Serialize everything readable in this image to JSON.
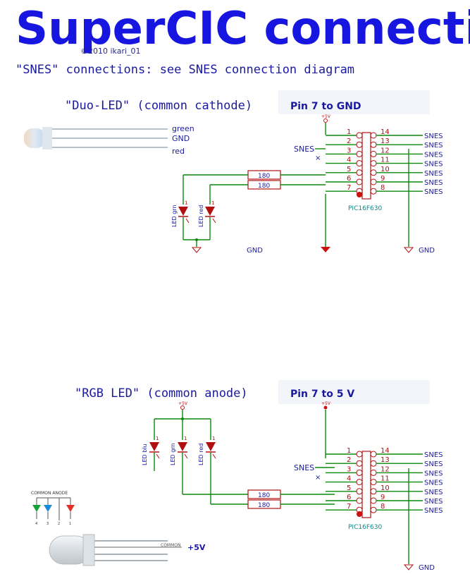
{
  "title": "SuperCIC connections",
  "copyright": "©2010 ikari_01",
  "subtitle": "\"SNES\" connections: see SNES connection diagram",
  "colors": {
    "title": "#1616e0",
    "wire": "#0a8a0a",
    "component": "#b01010",
    "pin_label": "#1a1aa0",
    "chip_label": "#0a8a8a",
    "power": "#cc1111"
  },
  "duo": {
    "heading": "\"Duo-LED\" (common cathode)",
    "note": "Pin 7 to GND",
    "led_labels": [
      "green",
      "GND",
      "red"
    ],
    "supply": "+5V",
    "snes_left": "SNES",
    "chip": "PIC16F630",
    "left_pins": [
      "1",
      "2",
      "3",
      "4",
      "5",
      "6",
      "7"
    ],
    "right_pins": [
      "14",
      "13",
      "12",
      "11",
      "10",
      "9",
      "8"
    ],
    "snes_right": [
      "SNES",
      "SNES",
      "SNES",
      "SNES",
      "SNES",
      "SNES",
      "SNES"
    ],
    "resistors": [
      "180",
      "180"
    ],
    "leds": [
      "LED grn",
      "LED red"
    ],
    "led_pin": "1",
    "gnd": "GND",
    "gnd2": "GND"
  },
  "rgb": {
    "heading": "\"RGB LED\" (common anode)",
    "note": "Pin 7 to 5 V",
    "supply": "+5V",
    "supply2": "+5V",
    "snes_left": "SNES",
    "chip": "PIC16F630",
    "left_pins": [
      "1",
      "2",
      "3",
      "4",
      "5",
      "6",
      "7"
    ],
    "right_pins": [
      "14",
      "13",
      "12",
      "11",
      "10",
      "9",
      "8"
    ],
    "snes_right": [
      "SNES",
      "SNES",
      "SNES",
      "SNES",
      "SNES",
      "SNES",
      "SNES"
    ],
    "resistors": [
      "180",
      "180"
    ],
    "leds": [
      "LED blu",
      "LED grn",
      "LED red"
    ],
    "led_pin": "1",
    "gnd": "GND",
    "common_anode_label": "COMMON ANODE",
    "pin_numbers_small": [
      "4",
      "3",
      "2",
      "1"
    ],
    "common": "COMMON",
    "plus5": "+5V"
  }
}
